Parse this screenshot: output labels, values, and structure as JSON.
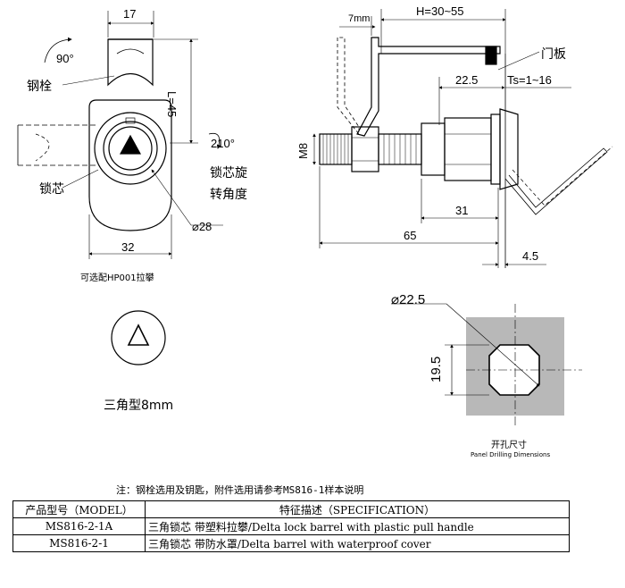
{
  "front_view": {
    "dim_width_top": "17",
    "dim_height": "L=45",
    "rotation_angle": "90°",
    "label_bolt": "钢栓",
    "label_core": "锁芯",
    "label_core_angle": "210°",
    "label_core_rotation_line1": "锁芯旋",
    "label_core_rotation_line2": "转角度",
    "dim_diameter": "⌀28",
    "dim_width_bottom": "32",
    "caption_handle": "可选配HP001拉攀"
  },
  "side_view": {
    "dim_h": "H=30~55",
    "dim_offset": "7mm",
    "label_door": "门板",
    "dim_22_5": "22.5",
    "dim_ts": "Ts=1~16",
    "dim_thread": "M8",
    "dim_31": "31",
    "dim_65": "65",
    "dim_4_5": "4.5"
  },
  "key_view": {
    "caption": "三角型8mm"
  },
  "cutout_view": {
    "dim_diameter": "⌀22.5",
    "dim_height": "19.5",
    "caption_cn": "开孔尺寸",
    "caption_en": "Panel Drilling Dimensions"
  },
  "note": "注：钢栓选用及钥匙，附件选用请参考MS816-1样本说明",
  "spec_table": {
    "header_model": "产品型号（MODEL）",
    "header_spec": "特征描述（SPECIFICATION）",
    "rows": [
      {
        "model": "MS816-2-1A",
        "spec": "三角锁芯 带塑料拉攀/Delta lock barrel with plastic pull handle"
      },
      {
        "model": "MS816-2-1",
        "spec": "三角锁芯 带防水罩/Delta barrel with waterproof cover"
      }
    ]
  },
  "colors": {
    "cutout_fill": "#b8b8b8",
    "line": "#000000"
  }
}
